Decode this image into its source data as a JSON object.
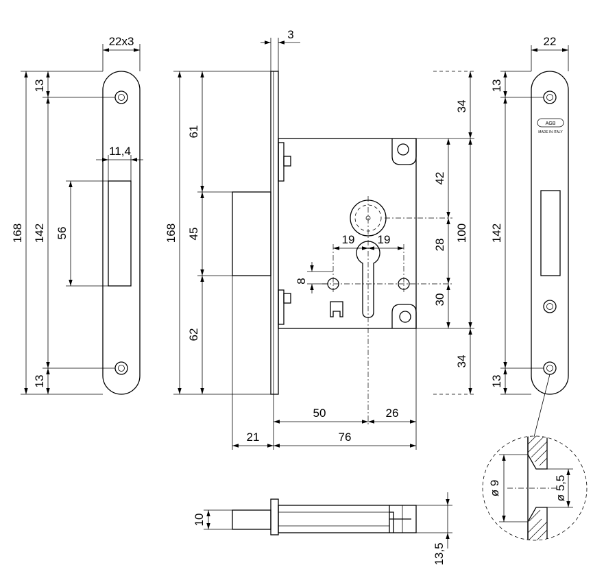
{
  "dimensions": {
    "faceplate_width": "22x3",
    "hole_offset_top": "13",
    "hole_offset_bottom": "13",
    "overall_height": "168",
    "hole_spacing": "142",
    "opening_width": "11,4",
    "opening_height": "56",
    "plate_thickness": "3",
    "bolt_top": "61",
    "bolt_height": "45",
    "bolt_bottom": "62",
    "side_height": "168",
    "cyl_gap_left": "19",
    "cyl_gap_right": "19",
    "pin_offset": "8",
    "case_top": "34",
    "follower_drop": "42",
    "follower_to_cyl": "28",
    "cyl_to_bottom": "30",
    "case_bottom": "34",
    "case_height": "100",
    "backset": "50",
    "cyl_to_back": "26",
    "bolt_throw": "21",
    "case_depth": "76",
    "strike_width": "22",
    "strike_hole_top": "13",
    "strike_hole_bottom": "13",
    "strike_spacing": "142",
    "bolt_dia": "10",
    "bolt_length": "13,5",
    "countersink": "ø 9",
    "hole_dia": "ø 5,5"
  },
  "marking": {
    "logo": "AGB",
    "origin": "MADE IN ITALY"
  }
}
